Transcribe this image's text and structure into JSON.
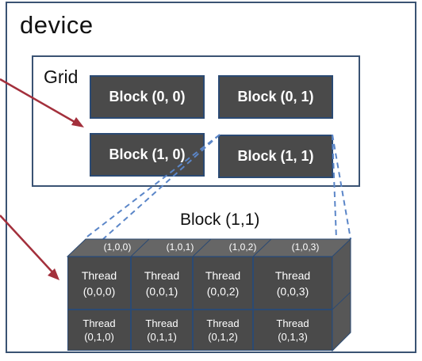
{
  "device": {
    "label": "device"
  },
  "grid": {
    "label": "Grid",
    "blocks": [
      "Block (0, 0)",
      "Block (0, 1)",
      "Block (1, 0)",
      "Block (1, 1)"
    ]
  },
  "expanded_block": {
    "label": "Block (1,1)",
    "top_labels": [
      "(1,0,0)",
      "(1,0,1)",
      "(1,0,2)",
      "(1,0,3)"
    ],
    "threads": [
      {
        "word": "Thread",
        "index": "(0,0,0)"
      },
      {
        "word": "Thread",
        "index": "(0,0,1)"
      },
      {
        "word": "Thread",
        "index": "(0,0,2)"
      },
      {
        "word": "Thread",
        "index": "(0,0,3)"
      },
      {
        "word": "Thread",
        "index": "(0,1,0)"
      },
      {
        "word": "Thread",
        "index": "(0,1,1)"
      },
      {
        "word": "Thread",
        "index": "(0,1,2)"
      },
      {
        "word": "Thread",
        "index": "(0,1,3)"
      }
    ]
  },
  "colors": {
    "frame": "#3a5373",
    "cell_fill": "#4a4a4a",
    "cell_side": "#5a5a5a",
    "cell_top": "#6a6a6a",
    "cell_border": "#2b4a73",
    "arrow": "#a3303c",
    "connector": "#5b86c8"
  }
}
